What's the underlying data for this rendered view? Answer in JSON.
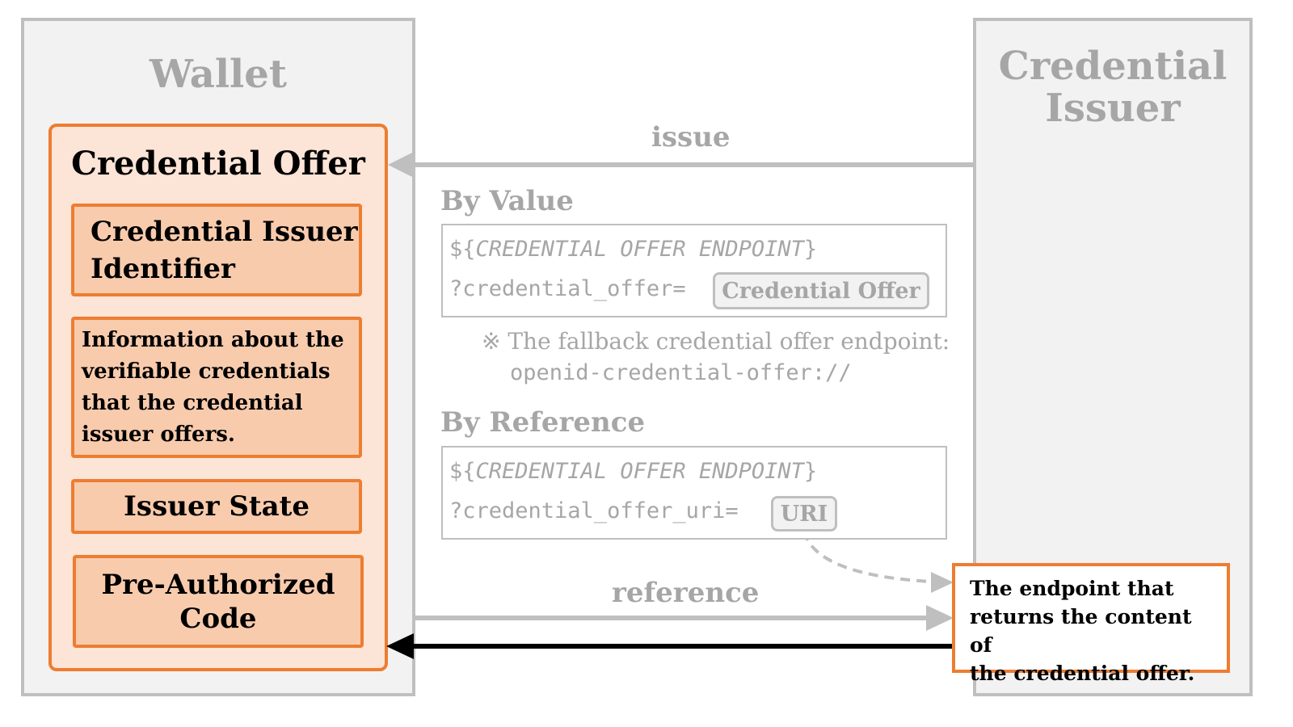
{
  "wallet": {
    "title": "Wallet"
  },
  "issuer": {
    "title_line1": "Credential",
    "title_line2": "Issuer"
  },
  "credential_offer": {
    "title": "Credential Offer",
    "fields": {
      "issuer_identifier_line1": "Credential Issuer",
      "issuer_identifier_line2": "Identifier",
      "info_line1": "Information about the",
      "info_line2": "verifiable credentials",
      "info_line3": "that the credential",
      "info_line4": "issuer offers.",
      "issuer_state": "Issuer State",
      "pre_auth_line1": "Pre-Authorized",
      "pre_auth_line2": "Code"
    }
  },
  "arrows": {
    "issue": "issue",
    "reference": "reference"
  },
  "by_value": {
    "heading": "By Value",
    "endpoint_prefix": "${",
    "endpoint_name": "CREDENTIAL OFFER ENDPOINT",
    "endpoint_suffix": "}",
    "param": "?credential_offer=",
    "param_value": "Credential Offer"
  },
  "fallback_note": {
    "line1": "※ The fallback credential offer endpoint:",
    "line2": "openid-credential-offer://"
  },
  "by_reference": {
    "heading": "By Reference",
    "endpoint_prefix": "${",
    "endpoint_name": "CREDENTIAL OFFER ENDPOINT",
    "endpoint_suffix": "}",
    "param": "?credential_offer_uri=",
    "param_value": "URI"
  },
  "endpoint_description": {
    "line1": "The endpoint that",
    "line2": "returns the content of",
    "line3": "the credential offer."
  },
  "colors": {
    "orange": "#ed7d31",
    "orange_fill_light": "#fce4d6",
    "orange_fill": "#f8cbad",
    "grey_text": "#a6a6a6",
    "grey_border": "#bfbfbf"
  }
}
